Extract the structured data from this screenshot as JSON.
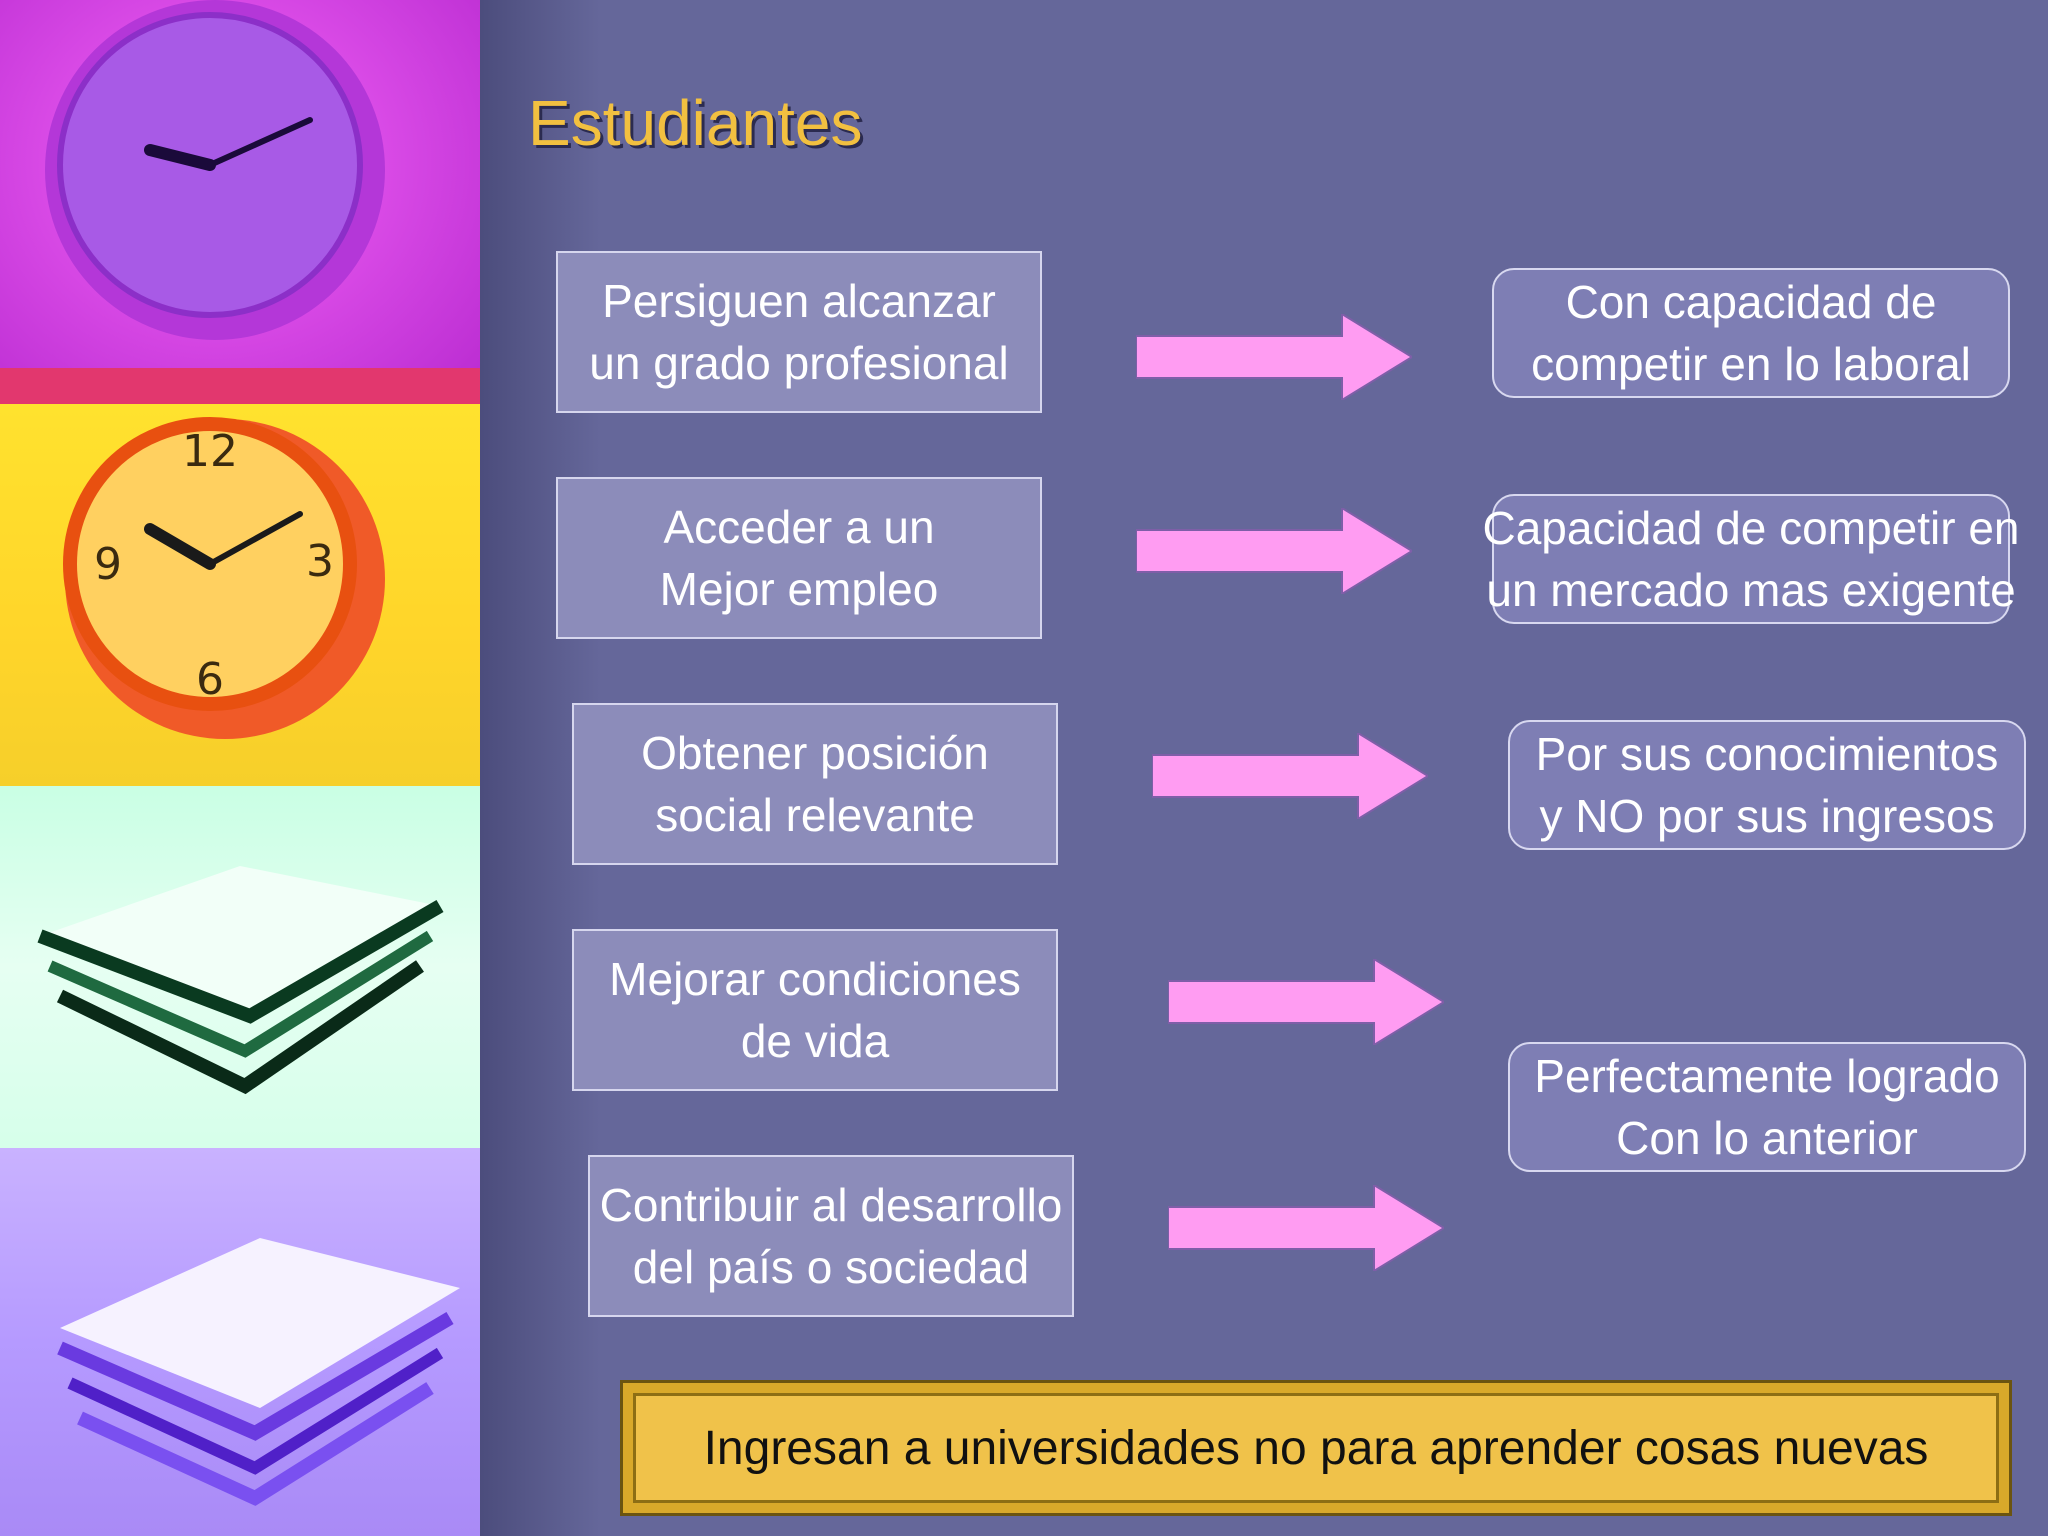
{
  "title": "Estudiantes",
  "left_boxes": [
    {
      "line1": "Persiguen alcanzar",
      "line2": "un grado profesional"
    },
    {
      "line1": "Acceder a un",
      "line2": "Mejor empleo"
    },
    {
      "line1": "Obtener posición",
      "line2": "social relevante"
    },
    {
      "line1": "Mejorar condiciones",
      "line2": "de vida"
    },
    {
      "line1": "Contribuir al desarrollo",
      "line2": "del país o sociedad"
    }
  ],
  "right_boxes": [
    {
      "line1": "Con capacidad de",
      "line2": "competir en lo laboral"
    },
    {
      "line1": "Capacidad de competir en",
      "line2": "un mercado mas exigente"
    },
    {
      "line1": "Por sus conocimientos",
      "line2": "y NO por sus ingresos"
    },
    {
      "line1": "Perfectamente logrado",
      "line2": "Con lo anterior"
    }
  ],
  "footer": "Ingresan a universidades no para aprender cosas nuevas",
  "colors": {
    "background": "#65679a",
    "title": "#f2c040",
    "arrow": "#ff9cf2",
    "footer_bg": "#f0c24a"
  }
}
